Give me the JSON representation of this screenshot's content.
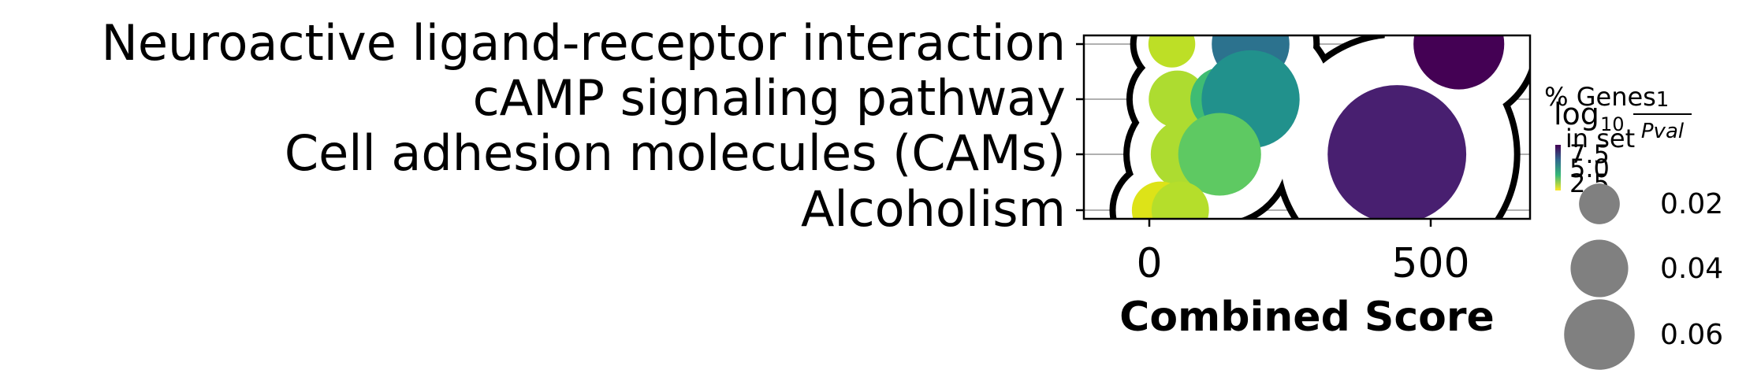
{
  "chart_data": {
    "type": "scatter",
    "title": "",
    "xlabel": "Combined Score",
    "ylabel": "",
    "xlim": [
      -100,
      680
    ],
    "xticks": [
      0,
      500
    ],
    "tick_labels_x": [
      "0",
      "500"
    ],
    "categories": [
      "Neuroactive ligand-receptor interaction",
      "cAMP signaling pathway",
      "Cell adhesion molecules (CAMs)",
      "Alcoholism"
    ],
    "grid": true,
    "points": [
      {
        "term": "Neuroactive ligand-receptor interaction",
        "x": 40,
        "gene_frac": 0.008,
        "neg_log10_p": 1.5,
        "color": "#bddf26"
      },
      {
        "term": "Neuroactive ligand-receptor interaction",
        "x": 180,
        "gene_frac": 0.022,
        "neg_log10_p": 5.6,
        "color": "#2c728e"
      },
      {
        "term": "Neuroactive ligand-receptor interaction",
        "x": 550,
        "gene_frac": 0.03,
        "neg_log10_p": 8.5,
        "color": "#440154"
      },
      {
        "term": "cAMP signaling pathway",
        "x": 50,
        "gene_frac": 0.012,
        "neg_log10_p": 1.5,
        "color": "#addc30"
      },
      {
        "term": "cAMP signaling pathway",
        "x": 130,
        "gene_frac": 0.015,
        "neg_log10_p": 3.5,
        "color": "#3fbc73"
      },
      {
        "term": "cAMP signaling pathway",
        "x": 180,
        "gene_frac": 0.035,
        "neg_log10_p": 5.0,
        "color": "#21918c"
      },
      {
        "term": "Cell adhesion molecules (CAMs)",
        "x": 65,
        "gene_frac": 0.018,
        "neg_log10_p": 1.8,
        "color": "#addc30"
      },
      {
        "term": "Cell adhesion molecules (CAMs)",
        "x": 125,
        "gene_frac": 0.025,
        "neg_log10_p": 3.0,
        "color": "#5ec962"
      },
      {
        "term": "Cell adhesion molecules (CAMs)",
        "x": 440,
        "gene_frac": 0.07,
        "neg_log10_p": 8.0,
        "color": "#481f70"
      },
      {
        "term": "Alcoholism",
        "x": 20,
        "gene_frac": 0.012,
        "neg_log10_p": 0.8,
        "color": "#dde318"
      },
      {
        "term": "Alcoholism",
        "x": 55,
        "gene_frac": 0.012,
        "neg_log10_p": 1.5,
        "color": "#b5de2b"
      }
    ],
    "color_legend": {
      "title_main": "log",
      "title_sub": "10",
      "title_frac_num": "1",
      "title_frac_den": "Pval",
      "ticks": [
        "7.5",
        "5.0",
        "2.5"
      ],
      "colormap": [
        "#440154",
        "#31688e",
        "#35b779",
        "#fde725"
      ]
    },
    "size_legend": {
      "title_line1": "% Genes",
      "title_line2": "in set",
      "entries": [
        {
          "label": "0.02",
          "value": 0.02
        },
        {
          "label": "0.04",
          "value": 0.04
        },
        {
          "label": "0.06",
          "value": 0.06
        }
      ],
      "color": "#808080"
    }
  }
}
